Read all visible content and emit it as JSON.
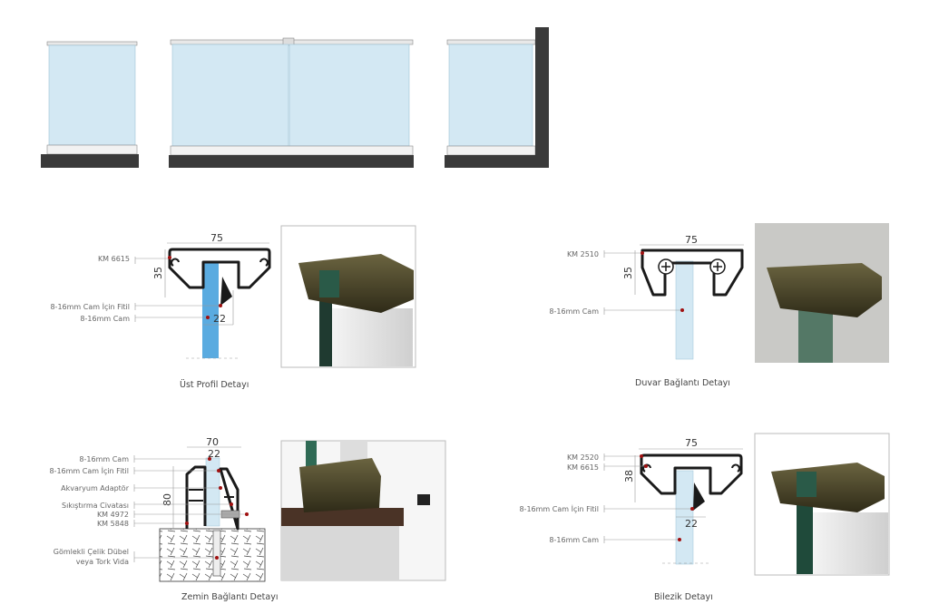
{
  "colors": {
    "glass": "#d3e8f3",
    "glass_blue": "#5aabe0",
    "profile": "#1a1a1a",
    "wall": "#3a3a3a",
    "leader_dot": "#a01010",
    "photo_bronze": "#4a4428"
  },
  "ust_profil": {
    "caption": "Üst Profil Detayı",
    "width_dim": "75",
    "height_dim": "35",
    "gap_dim": "22",
    "labels": [
      "KM 6615",
      "8-16mm Cam İçin Fitil",
      "8-16mm Cam"
    ]
  },
  "duvar": {
    "caption": "Duvar Bağlantı Detayı",
    "width_dim": "75",
    "height_dim": "35",
    "labels": [
      "KM 2510",
      "8-16mm Cam"
    ]
  },
  "zemin": {
    "caption": "Zemin Bağlantı Detayı",
    "width_dim": "70",
    "inner_dim": "22",
    "height_dim": "80",
    "labels": [
      "8-16mm Cam",
      "8-16mm Cam İçin Fitil",
      "Akvaryum Adaptör",
      "Sıkıştırma Civatası",
      "KM 4972",
      "KM 5848",
      "Gömlekli Çelik Dübel",
      "veya Tork Vida"
    ]
  },
  "bilezik": {
    "caption": "Bilezik Detayı",
    "width_dim": "75",
    "height_dim": "38",
    "gap_dim": "22",
    "labels": [
      "KM 2520",
      "KM 6615",
      "8-16mm Cam İçin Fitil",
      "8-16mm Cam"
    ]
  }
}
